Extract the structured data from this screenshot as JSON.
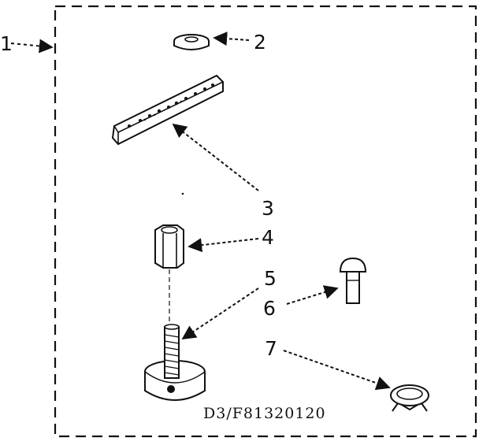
{
  "callouts": {
    "c1": "1",
    "c2": "2",
    "c3": "3",
    "c4": "4",
    "c5": "5",
    "c6": "6",
    "c7": "7"
  },
  "drawing_code": "D3/F81320120",
  "parts": [
    {
      "ref": "1",
      "icon": "kit-boundary"
    },
    {
      "ref": "2",
      "icon": "washer"
    },
    {
      "ref": "3",
      "icon": "perforated-strap"
    },
    {
      "ref": "4",
      "icon": "hex-coupling-nut"
    },
    {
      "ref": "5",
      "icon": "leveling-leg"
    },
    {
      "ref": "6",
      "icon": "carriage-bolt"
    },
    {
      "ref": "7",
      "icon": "spring-clip"
    }
  ]
}
